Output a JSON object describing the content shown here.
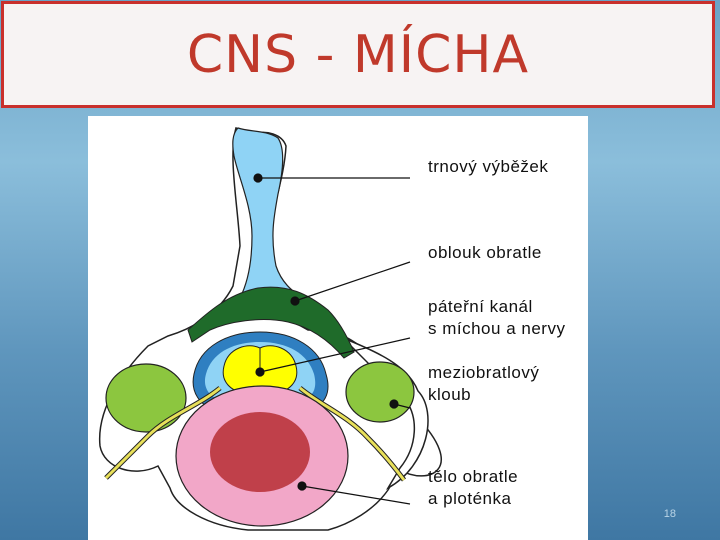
{
  "title": "CNS - MÍCHA",
  "labels": {
    "spinous": "trnový výběžek",
    "arch": "oblouk obratle",
    "canal_1": "páteřní kanál",
    "canal_2": "s míchou a nervy",
    "joint_1": "meziobratlový",
    "joint_2": "kloub",
    "body_1": "tělo obratle",
    "body_2": "a ploténka"
  },
  "page_number": "18",
  "colors": {
    "title_text": "#c0392b",
    "title_border": "#c9302c",
    "spinous_process": "#8fd3f5",
    "vertebral_arch": "#1f6b2a",
    "joint": "#8cc63f",
    "spinal_cord": "#ffff00",
    "meninges": "#2f7fc1",
    "vertebral_body": "#f2a7c8",
    "disc_nucleus": "#c0404a",
    "nerves": "#e8e05a"
  }
}
